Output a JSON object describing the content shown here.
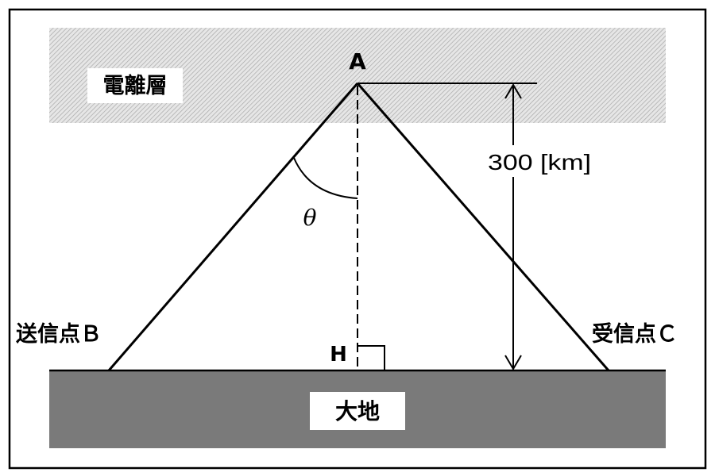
{
  "labels": {
    "ionosphere": "電離層",
    "ground": "大地",
    "point_a": "A",
    "transmitter": "送信点Ｂ",
    "receiver": "受信点Ｃ",
    "foot": "H",
    "angle": "θ",
    "height": "300 [km]"
  },
  "colors": {
    "ionosphere_hatch": "#bdbdbd",
    "ground_fill": "#7a7a7a",
    "line": "#000000",
    "label_box": "#ffffff"
  }
}
